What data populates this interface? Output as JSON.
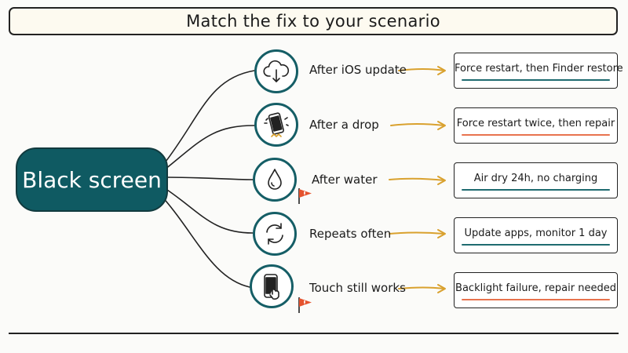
{
  "title": "Match the fix to your scenario",
  "hub": {
    "label": "Black screen"
  },
  "colors": {
    "hub_fill": "#0f5a62",
    "icon_ring": "#155e66",
    "arrow": "#d9a12e",
    "teal_underline": "#1f6b70",
    "orange_underline": "#e8734e",
    "warning_flag": "#e5532e"
  },
  "scenarios": [
    {
      "label": "After iOS update",
      "icon": "cloud-download-icon",
      "fix": "Force restart, then Finder restore",
      "underline": "teal",
      "warning": false
    },
    {
      "label": "After a drop",
      "icon": "dropped-phone-icon",
      "fix": "Force restart twice, then repair",
      "underline": "orange",
      "warning": false
    },
    {
      "label": "After water",
      "icon": "water-drop-icon",
      "fix": "Air dry 24h, no charging",
      "underline": "teal",
      "warning": true
    },
    {
      "label": "Repeats often",
      "icon": "refresh-cycle-icon",
      "fix": "Update apps, monitor 1 day",
      "underline": "teal",
      "warning": false
    },
    {
      "label": "Touch still works",
      "icon": "phone-touch-icon",
      "fix": "Backlight failure, repair needed",
      "underline": "orange",
      "warning": true
    }
  ]
}
